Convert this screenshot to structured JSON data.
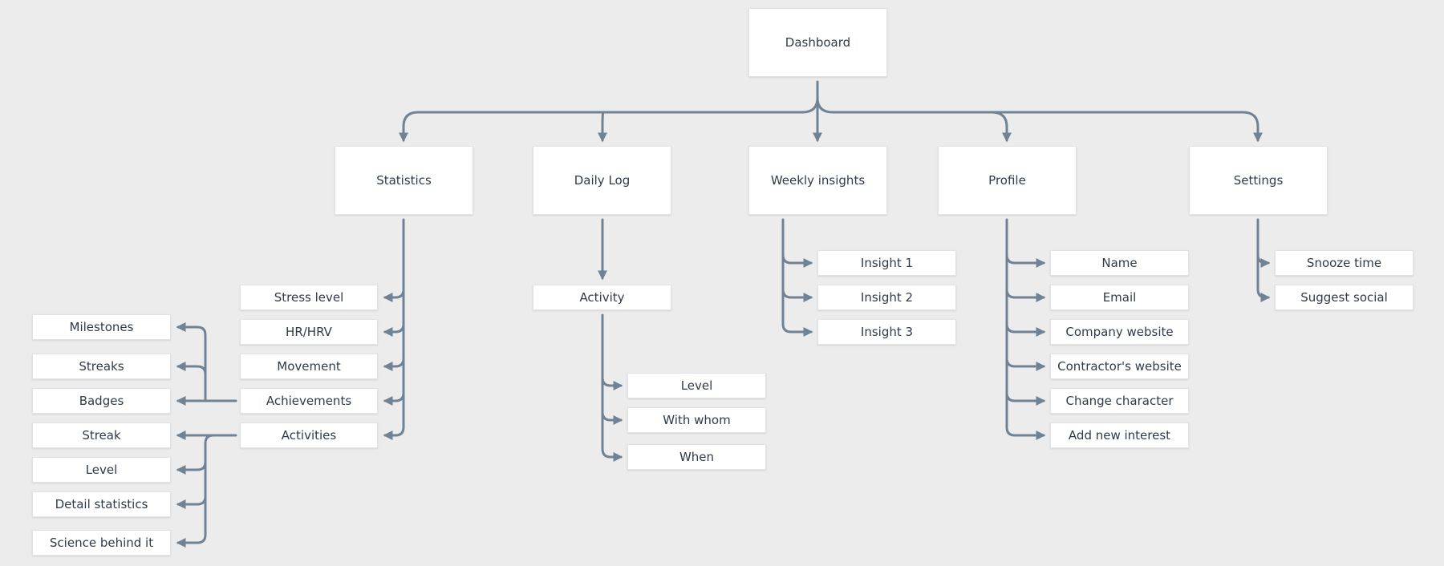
{
  "colors": {
    "background": "#ececec",
    "node": "#ffffff",
    "connector": "#6f8394",
    "text": "#2f3b4a"
  },
  "root": {
    "label": "Dashboard"
  },
  "sections": {
    "statistics": {
      "label": "Statistics",
      "items": [
        "Stress level",
        "HR/HRV",
        "Movement",
        "Achievements",
        "Activities"
      ],
      "achievements_children": [
        "Milestones",
        "Streaks",
        "Badges"
      ],
      "activities_children": [
        "Streak",
        "Level",
        "Detail statistics",
        "Science behind it"
      ]
    },
    "daily_log": {
      "label": "Daily Log",
      "items": [
        "Activity"
      ],
      "activity_children": [
        "Level",
        "With whom",
        "When"
      ]
    },
    "weekly_insights": {
      "label": "Weekly insights",
      "items": [
        "Insight 1",
        "Insight 2",
        "Insight 3"
      ]
    },
    "profile": {
      "label": "Profile",
      "items": [
        "Name",
        "Email",
        "Company website",
        "Contractor's website",
        "Change character",
        "Add new interest"
      ]
    },
    "settings": {
      "label": "Settings",
      "items": [
        "Snooze time",
        "Suggest social"
      ]
    }
  }
}
